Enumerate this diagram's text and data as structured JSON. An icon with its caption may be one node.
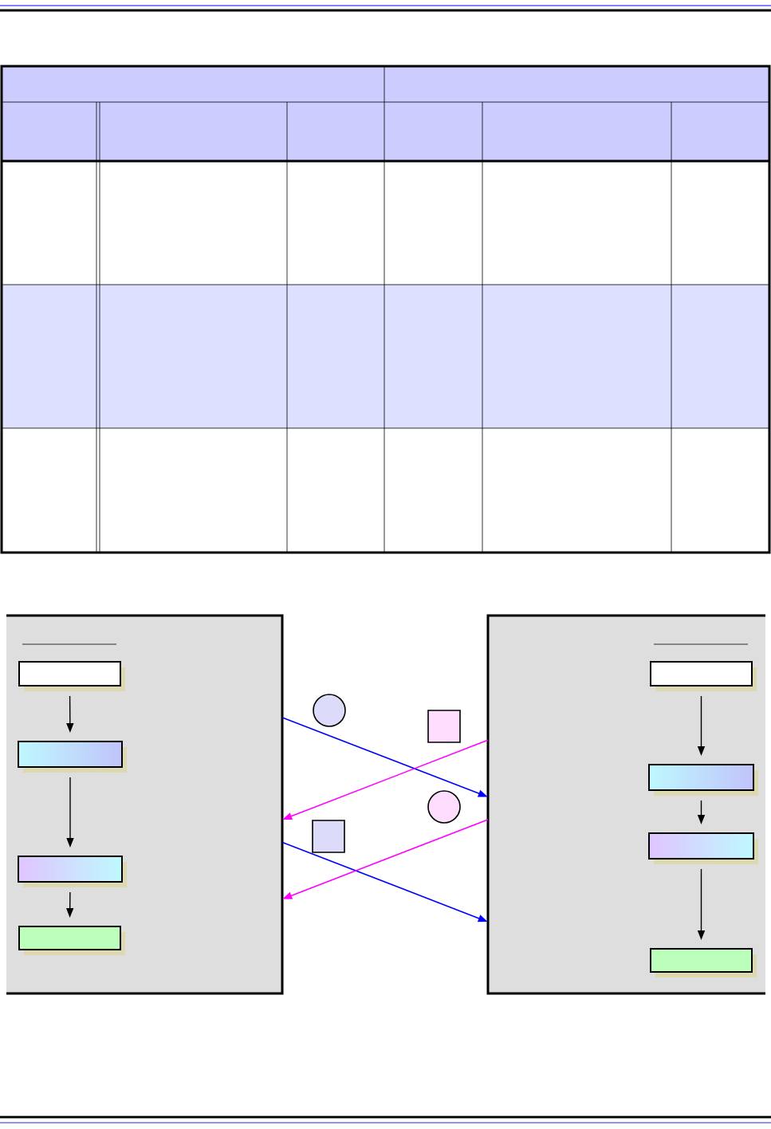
{
  "diagram": {
    "nodes": [
      {
        "text": [],
        "shape": "box"
      },
      {
        "text": [],
        "shape": "box",
        "in": 0
      },
      {
        "text": [],
        "shape": "box",
        "in": 0
      },
      {
        "text": [],
        "shape": "box",
        "in": 0
      },
      {
        "text": [],
        "shape": "box",
        "in": 0
      },
      {
        "text": [],
        "shape": "box"
      },
      {
        "text": [],
        "shape": "box",
        "in": 5
      },
      {
        "text": [],
        "shape": "box",
        "in": 5
      },
      {
        "text": [],
        "shape": "box",
        "in": 5
      },
      {
        "text": [],
        "shape": "box",
        "in": 5
      },
      {
        "text": [],
        "shape": "circle"
      },
      {
        "text": [],
        "shape": "box"
      },
      {
        "text": [],
        "shape": "circle"
      },
      {
        "text": [],
        "shape": "box"
      }
    ],
    "edges": [
      {
        "from": 1,
        "to": 2,
        "arrow": "to"
      },
      {
        "from": 2,
        "to": 3,
        "arrow": "to"
      },
      {
        "from": 3,
        "to": 4,
        "arrow": "to"
      },
      {
        "from": 6,
        "to": 7,
        "arrow": "to"
      },
      {
        "from": 7,
        "to": 8,
        "arrow": "to"
      },
      {
        "from": 8,
        "to": 9,
        "arrow": "to"
      },
      {
        "from": 0,
        "to": 5,
        "arrow": "to",
        "color": "#0000ff"
      },
      {
        "from": 5,
        "to": 0,
        "arrow": "to",
        "color": "#ff00ff"
      },
      {
        "from": 0,
        "to": 5,
        "arrow": "to",
        "color": "#0000ff"
      },
      {
        "from": 5,
        "to": 0,
        "arrow": "to",
        "color": "#ff00ff"
      }
    ]
  }
}
